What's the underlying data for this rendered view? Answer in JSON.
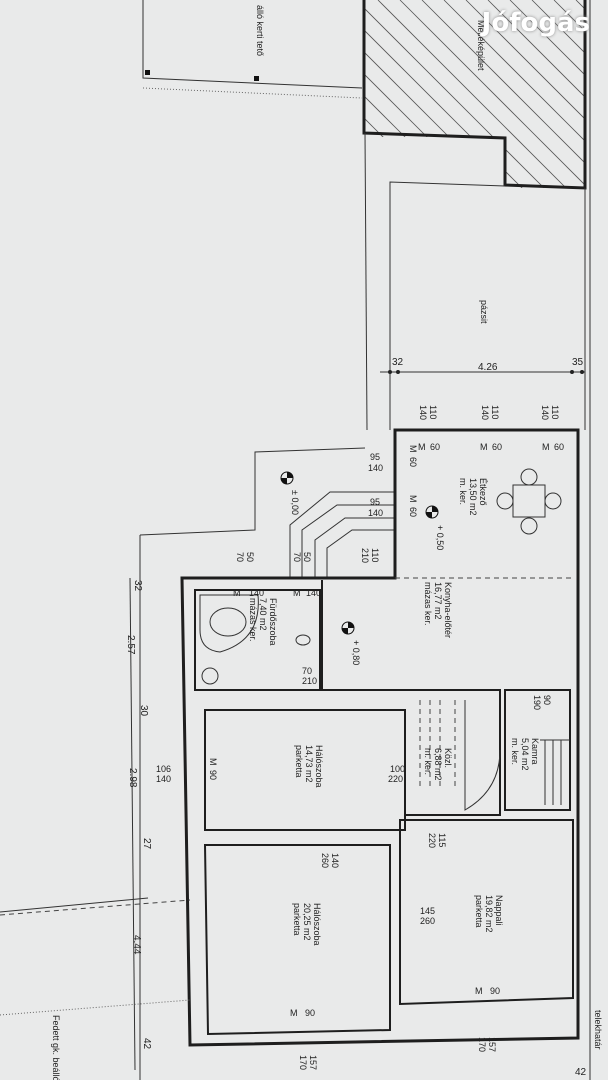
{
  "watermark": "Jófogás",
  "rooms": [
    {
      "name": "Étkező",
      "area": "13,50 m2",
      "floor": "m. ker."
    },
    {
      "name": "Konyha-előtér",
      "area": "16,77 m2",
      "floor": "mázas ker."
    },
    {
      "name": "Fürdőszoba",
      "area": "7,40 m2",
      "floor": "mázas ker."
    },
    {
      "name": "Hálószoba",
      "area": "14,73 m2",
      "floor": "parketta"
    },
    {
      "name": "Közl.",
      "area": "6,88 m2",
      "floor": "m. ker."
    },
    {
      "name": "Kamra",
      "area": "5,04 m2",
      "floor": "m. ker."
    },
    {
      "name": "Hálószoba",
      "area": "20,25 m2",
      "floor": "parketta"
    },
    {
      "name": "Nappali",
      "area": "19,82 m2",
      "floor": "parketta"
    }
  ],
  "areas": {
    "lawn": "pázsit",
    "outbuilding": "Melléképület",
    "garden_roof": "álló kerti tető",
    "carport": "Fedett gk. beálló",
    "boundary": "telekhatár"
  },
  "levels": [
    "± 0,00",
    "+ 0,50",
    "+ 0,80"
  ],
  "dimensions": {
    "top": [
      "32",
      "4.26",
      "35"
    ],
    "left": [
      "32",
      "2.57",
      "30",
      "2.98",
      "27",
      "4.44",
      "42"
    ],
    "bottom_right": "42"
  },
  "openings": {
    "etkezo_top": [
      {
        "w": "110",
        "h": "140",
        "m": "M",
        "mv": "60"
      },
      {
        "w": "110",
        "h": "140",
        "m": "M",
        "mv": "60"
      },
      {
        "w": "110",
        "h": "140",
        "m": "M",
        "mv": "60"
      }
    ],
    "etkezo_left": [
      {
        "w": "95",
        "h": "140",
        "m": "M",
        "mv": "60"
      },
      {
        "w": "95",
        "h": "140",
        "m": "M",
        "mv": "60"
      }
    ],
    "bath_windows": [
      {
        "w": "50",
        "h": "70",
        "m": "M",
        "mv": "140"
      },
      {
        "w": "50",
        "h": "70",
        "m": "M",
        "mv": "140"
      }
    ],
    "entry_door": {
      "w": "110",
      "h": "210"
    },
    "bath_door": {
      "w": "70",
      "h": "210"
    },
    "bed1_window": {
      "w": "106",
      "h": "140",
      "m": "M",
      "mv": "90"
    },
    "bed1_door": {
      "w": "100",
      "h": "220"
    },
    "hall_door": {
      "w": "115",
      "h": "220"
    },
    "pantry_door": {
      "w": "90",
      "h": "190"
    },
    "bed2_door": {
      "w": "140",
      "h": "260"
    },
    "living_door": {
      "w": "145",
      "h": "260"
    },
    "bed2_window": {
      "w": "157",
      "h": "170",
      "m": "M",
      "mv": "90"
    },
    "living_window": {
      "w": "157",
      "h": "170",
      "m": "M",
      "mv": "90"
    }
  }
}
